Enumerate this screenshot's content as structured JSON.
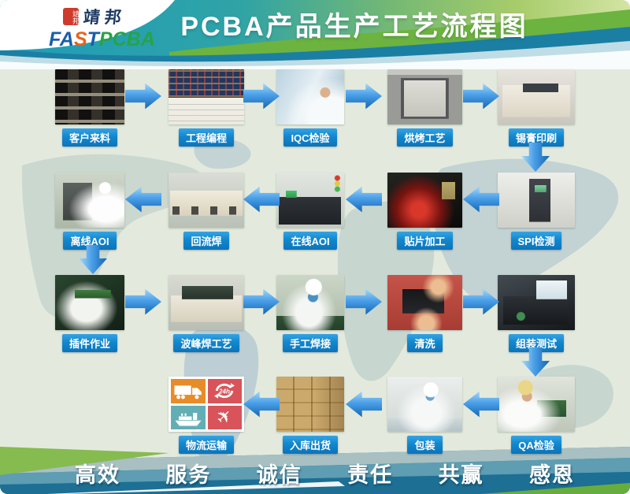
{
  "header": {
    "title": "PCBA产品生产工艺流程图",
    "logo": {
      "seal_text": "靖邦",
      "brand_cn": "靖邦",
      "fast_prefix": "FA",
      "fast_s": "S",
      "fast_suffix": "T",
      "pcba": "PCBA"
    }
  },
  "flow": {
    "rows": [
      {
        "direction": "left-to-right",
        "steps": [
          {
            "label": "客户来料",
            "photo": "warehouse-shelves"
          },
          {
            "label": "工程编程",
            "photo": "pcb-layout-and-document"
          },
          {
            "label": "IQC检验",
            "photo": "inspector-at-station"
          },
          {
            "label": "烘烤工艺",
            "photo": "baking-oven"
          },
          {
            "label": "锡膏印刷",
            "photo": "solder-paste-printer"
          }
        ]
      },
      {
        "direction": "right-to-left",
        "steps": [
          {
            "label": "SPI检测",
            "photo": "spi-machine"
          },
          {
            "label": "贴片加工",
            "photo": "smt-placement-red-glow"
          },
          {
            "label": "在线AOI",
            "photo": "online-aoi-machine"
          },
          {
            "label": "回流焊",
            "photo": "reflow-oven"
          },
          {
            "label": "离线AOI",
            "photo": "offline-aoi-operator"
          }
        ]
      },
      {
        "direction": "left-to-right",
        "steps": [
          {
            "label": "插件作业",
            "photo": "tht-insertion-operators"
          },
          {
            "label": "波峰焊工艺",
            "photo": "wave-soldering-machine"
          },
          {
            "label": "手工焊接",
            "photo": "hand-soldering-operator"
          },
          {
            "label": "清洗",
            "photo": "board-cleaning-hands"
          },
          {
            "label": "组装测试",
            "photo": "assembly-testing-bench"
          }
        ]
      },
      {
        "direction": "right-to-left",
        "steps": [
          {
            "label": "QA检验",
            "photo": "qa-inspector"
          },
          {
            "label": "包装",
            "photo": "packing-operator"
          },
          {
            "label": "入库出货",
            "photo": "warehouse-carton-stacks"
          },
          {
            "label": "物流运输",
            "photo": "logistics-icon-grid"
          }
        ]
      }
    ]
  },
  "logistics": {
    "badge_text": "24h",
    "icons": [
      "truck-icon",
      "24h-express-icon",
      "cargo-ship-icon",
      "airplane-icon"
    ],
    "tile_colors": {
      "truck": "#e78c28",
      "express": "#d8545a",
      "ship": "#62aeb4",
      "plane": "#d8545a"
    }
  },
  "footer": {
    "values": [
      "高效",
      "服务",
      "诚信",
      "责任",
      "共赢",
      "感恩"
    ]
  },
  "colors": {
    "label_blue": "#0c74ba",
    "arrow_blue": "#1264b2",
    "header_teal": "#1f9cb9",
    "header_green": "#9ecb66",
    "background_sage": "#e3eadd"
  }
}
